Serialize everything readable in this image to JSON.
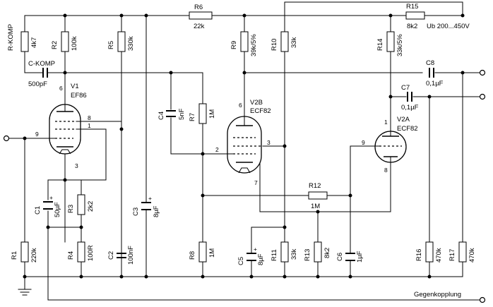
{
  "components": {
    "rkomp": {
      "name": "R-KOMP",
      "value": "4k7"
    },
    "ckomp": {
      "name": "C-KOMP",
      "value": "500pF"
    },
    "r1": {
      "name": "R1",
      "value": "220k"
    },
    "r2": {
      "name": "R2",
      "value": "100k"
    },
    "r3": {
      "name": "R3",
      "value": "2k2"
    },
    "r4": {
      "name": "R4",
      "value": "100R"
    },
    "r5": {
      "name": "R5",
      "value": "330k"
    },
    "r6": {
      "name": "R6",
      "value": "22k"
    },
    "r7": {
      "name": "R7",
      "value": "1M"
    },
    "r8": {
      "name": "R8",
      "value": "1M"
    },
    "r9": {
      "name": "R9",
      "value": "39k/5%"
    },
    "r10": {
      "name": "R10",
      "value": "33k"
    },
    "r11": {
      "name": "R11",
      "value": "33k"
    },
    "r12": {
      "name": "R12",
      "value": "1M"
    },
    "r13": {
      "name": "R13",
      "value": "8k2"
    },
    "r14": {
      "name": "R14",
      "value": "33k/5%"
    },
    "r15": {
      "name": "R15",
      "value": "8k2"
    },
    "r16": {
      "name": "R16",
      "value": "470k"
    },
    "r17": {
      "name": "R17",
      "value": "470k"
    },
    "c1": {
      "name": "C1",
      "value": "50µF"
    },
    "c2": {
      "name": "C2",
      "value": "100nF"
    },
    "c3": {
      "name": "C3",
      "value": "8µF"
    },
    "c4": {
      "name": "C4",
      "value": "5nF"
    },
    "c5": {
      "name": "C5",
      "value": "8µF"
    },
    "c6": {
      "name": "C6",
      "value": "1µF"
    },
    "c7": {
      "name": "C7",
      "value": "0,1µF"
    },
    "c8": {
      "name": "C8",
      "value": "0,1µF"
    }
  },
  "tubes": {
    "v1": {
      "name": "V1",
      "type": "EF86",
      "pins": [
        "6",
        "8",
        "1",
        "9",
        "3"
      ]
    },
    "v2b": {
      "name": "V2B",
      "type": "ECF82",
      "pins": [
        "6",
        "2",
        "3",
        "7"
      ]
    },
    "v2a": {
      "name": "V2A",
      "type": "ECF82",
      "pins": [
        "1",
        "9",
        "8"
      ]
    }
  },
  "labels": {
    "supply": "Ub 200...450V",
    "feedback": "Gegenkopplung"
  },
  "capacitor_plus": "+"
}
